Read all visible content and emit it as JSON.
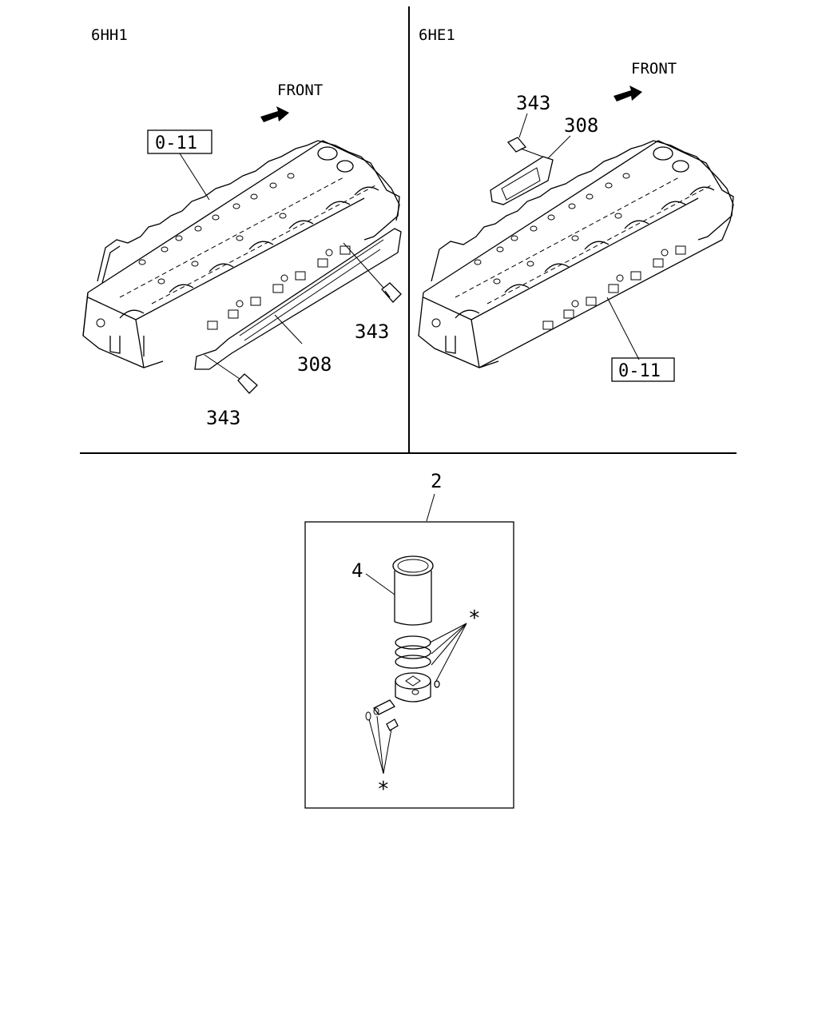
{
  "panels": {
    "left": {
      "engine_code": "6HH1",
      "front_label": "FRONT",
      "ref_box": "0-11",
      "part_308": "308",
      "part_343_a": "343",
      "part_343_b": "343"
    },
    "right": {
      "engine_code": "6HE1",
      "front_label": "FRONT",
      "ref_box": "0-11",
      "part_308": "308",
      "part_343": "343"
    },
    "bottom": {
      "assembly_number": "2",
      "part_4": "4",
      "asterisk_rings": "*",
      "asterisk_pins": "*"
    }
  }
}
